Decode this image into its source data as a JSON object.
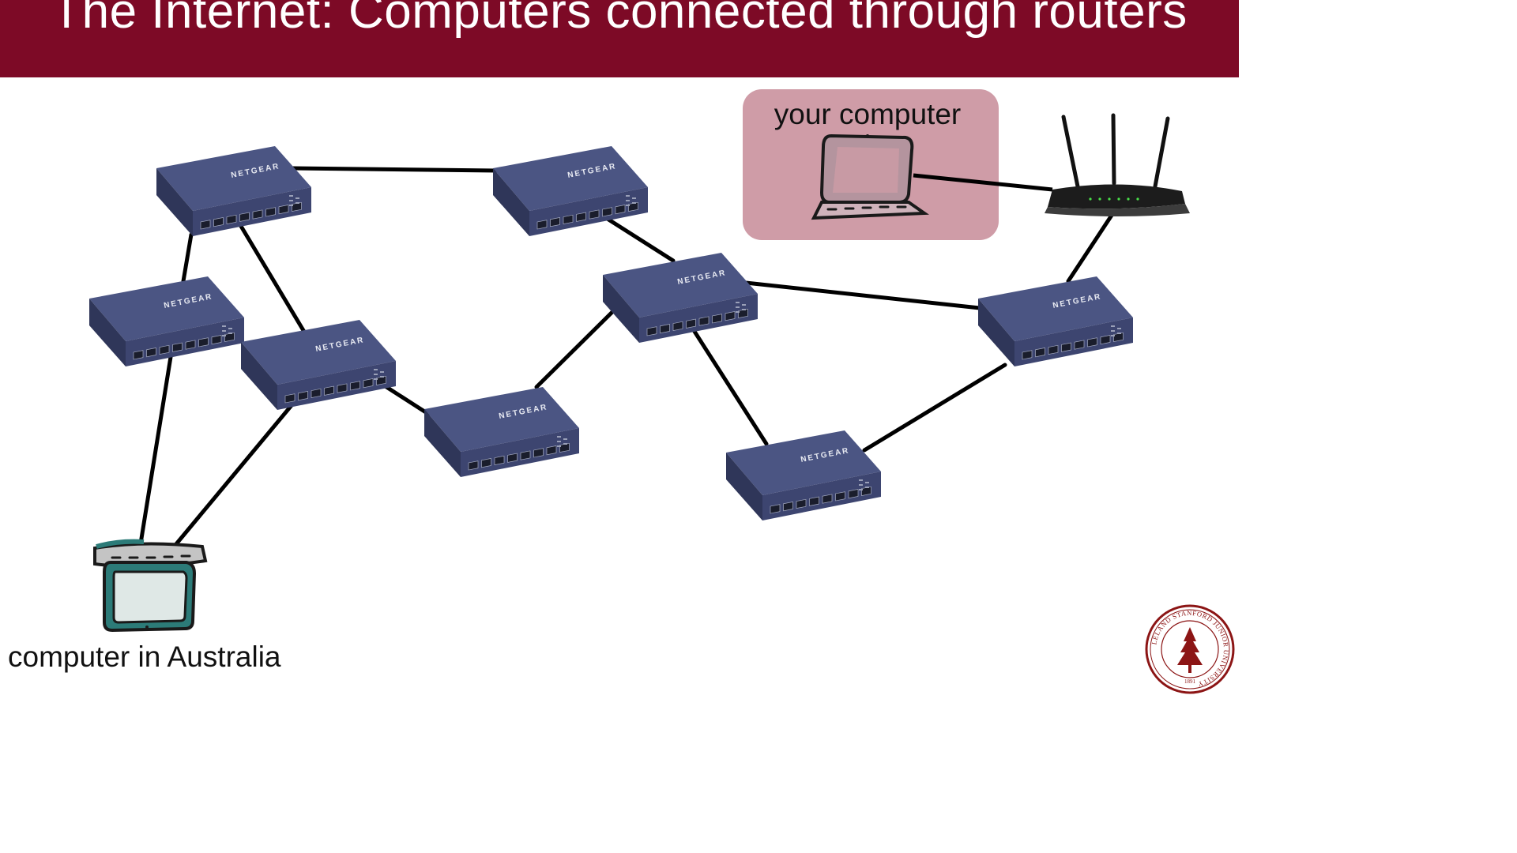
{
  "slide": {
    "title": "The Internet: Computers connected through routers"
  },
  "router_brand": "NETGEAR",
  "labels": {
    "your_computer": "your computer",
    "remote_computer": "computer in Australia"
  },
  "seal": {
    "text": "LELAND STANFORD JUNIOR UNIVERSITY",
    "year": "1891"
  },
  "colors": {
    "title_bar": "#7d0a26",
    "router_body": "#3e4670",
    "highlight_box": "#cf9ca7",
    "remote_screen": "#2c7b78",
    "link": "#000000"
  }
}
